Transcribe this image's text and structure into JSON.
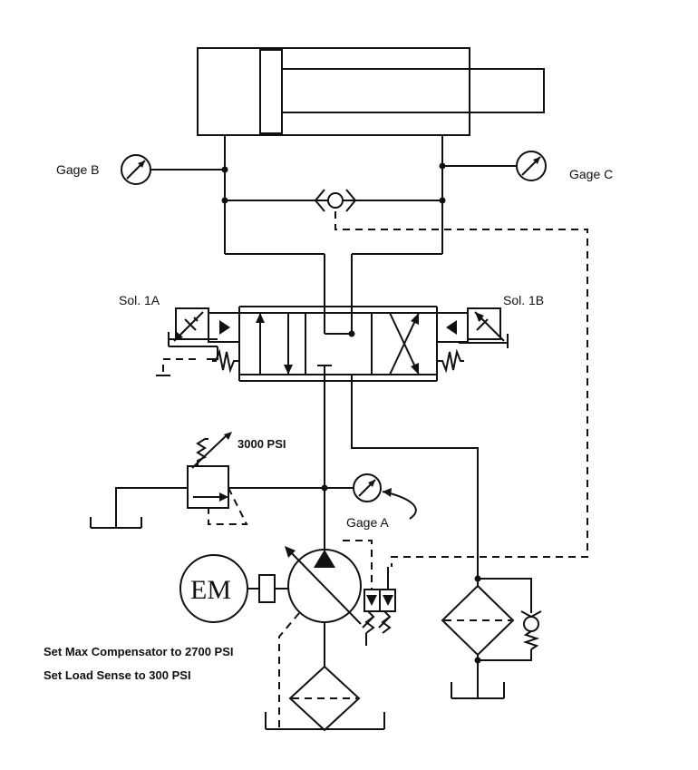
{
  "labels": {
    "gage_b": "Gage B",
    "gage_c": "Gage C",
    "gage_a": "Gage A",
    "sol_1a": "Sol. 1A",
    "sol_1b": "Sol. 1B",
    "relief_setting": "3000 PSI",
    "motor": "EM",
    "note_compensator": "Set Max Compensator to 2700 PSI",
    "note_load_sense": "Set Load Sense to 300 PSI"
  }
}
